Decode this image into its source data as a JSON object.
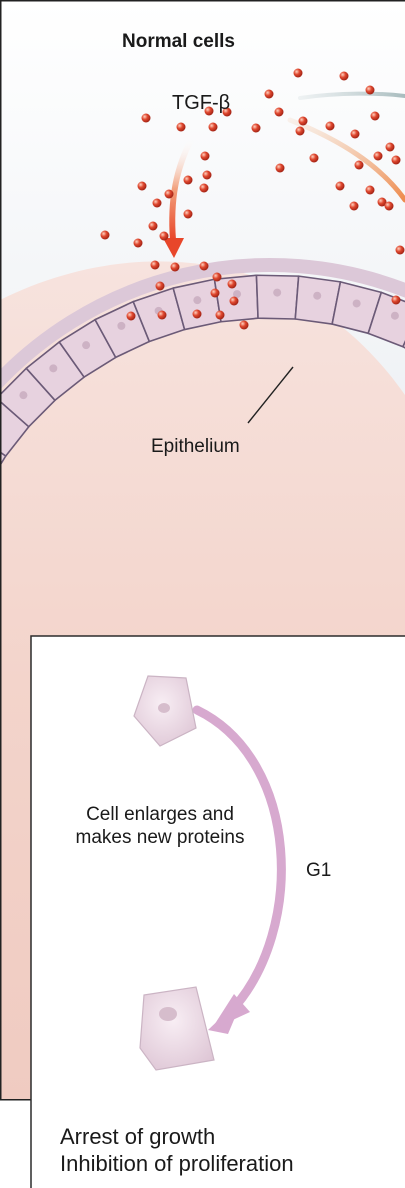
{
  "panel": {
    "title": "Normal cells",
    "signal_label": "TGF-β",
    "tissue_label": "Epithelium"
  },
  "cycle_box": {
    "stage_text": "Cell enlarges and makes new proteins",
    "phase_label": "G1"
  },
  "outcome": {
    "line1": "Arrest of growth",
    "line2": "Inhibition of proliferation"
  },
  "colors": {
    "sky_top": "#ffffff",
    "sky_mid": "#dfe4ea",
    "tissue_bg": "#f6d8cf",
    "cell_fill": "#e9d3e0",
    "cell_edge": "#6b5a77",
    "dot": "#d93a2a",
    "arrow_orange": "#e8562a",
    "cycle_arrow": "#d7a9cf",
    "frame": "#222222"
  },
  "icons": [
    "down-arrow-icon",
    "cycle-arrow-icon",
    "cell-icon"
  ]
}
